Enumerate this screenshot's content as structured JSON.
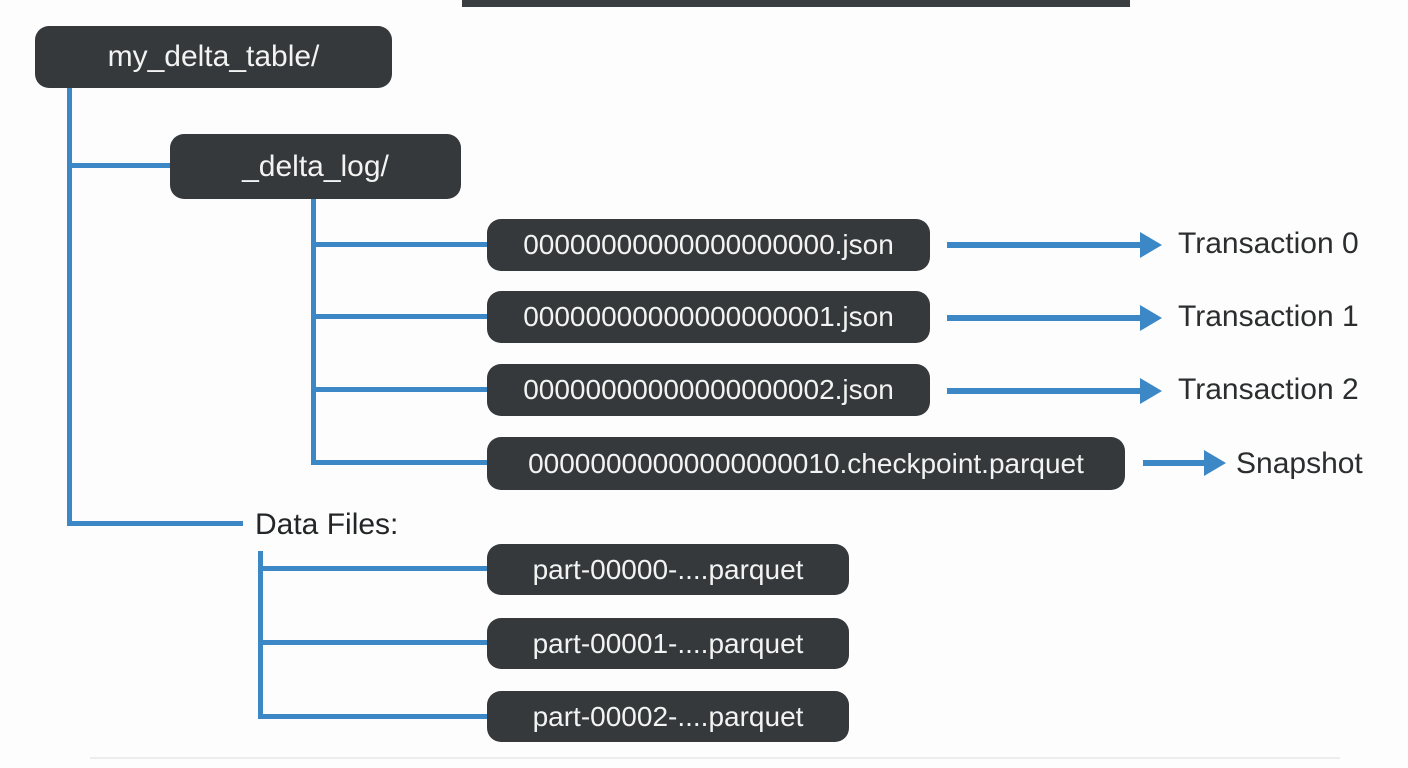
{
  "diagram": {
    "root_folder": "my_delta_table/",
    "log_folder": "_delta_log/",
    "log_files": [
      {
        "name": "00000000000000000000.json",
        "annotation": "Transaction 0"
      },
      {
        "name": "00000000000000000001.json",
        "annotation": "Transaction 1"
      },
      {
        "name": "00000000000000000002.json",
        "annotation": "Transaction 2"
      },
      {
        "name": "00000000000000000010.checkpoint.parquet",
        "annotation": "Snapshot"
      }
    ],
    "data_files_label": "Data Files:",
    "data_files": [
      {
        "name": "part-00000-....parquet"
      },
      {
        "name": "part-00001-....parquet"
      },
      {
        "name": "part-00002-....parquet"
      }
    ],
    "colors": {
      "node_background": "#35393c",
      "node_text": "#f2f3f2",
      "connector_blue": "#3c87c6",
      "annotation_text": "#2b2d2e",
      "page_background": "#fdfdfd"
    }
  }
}
